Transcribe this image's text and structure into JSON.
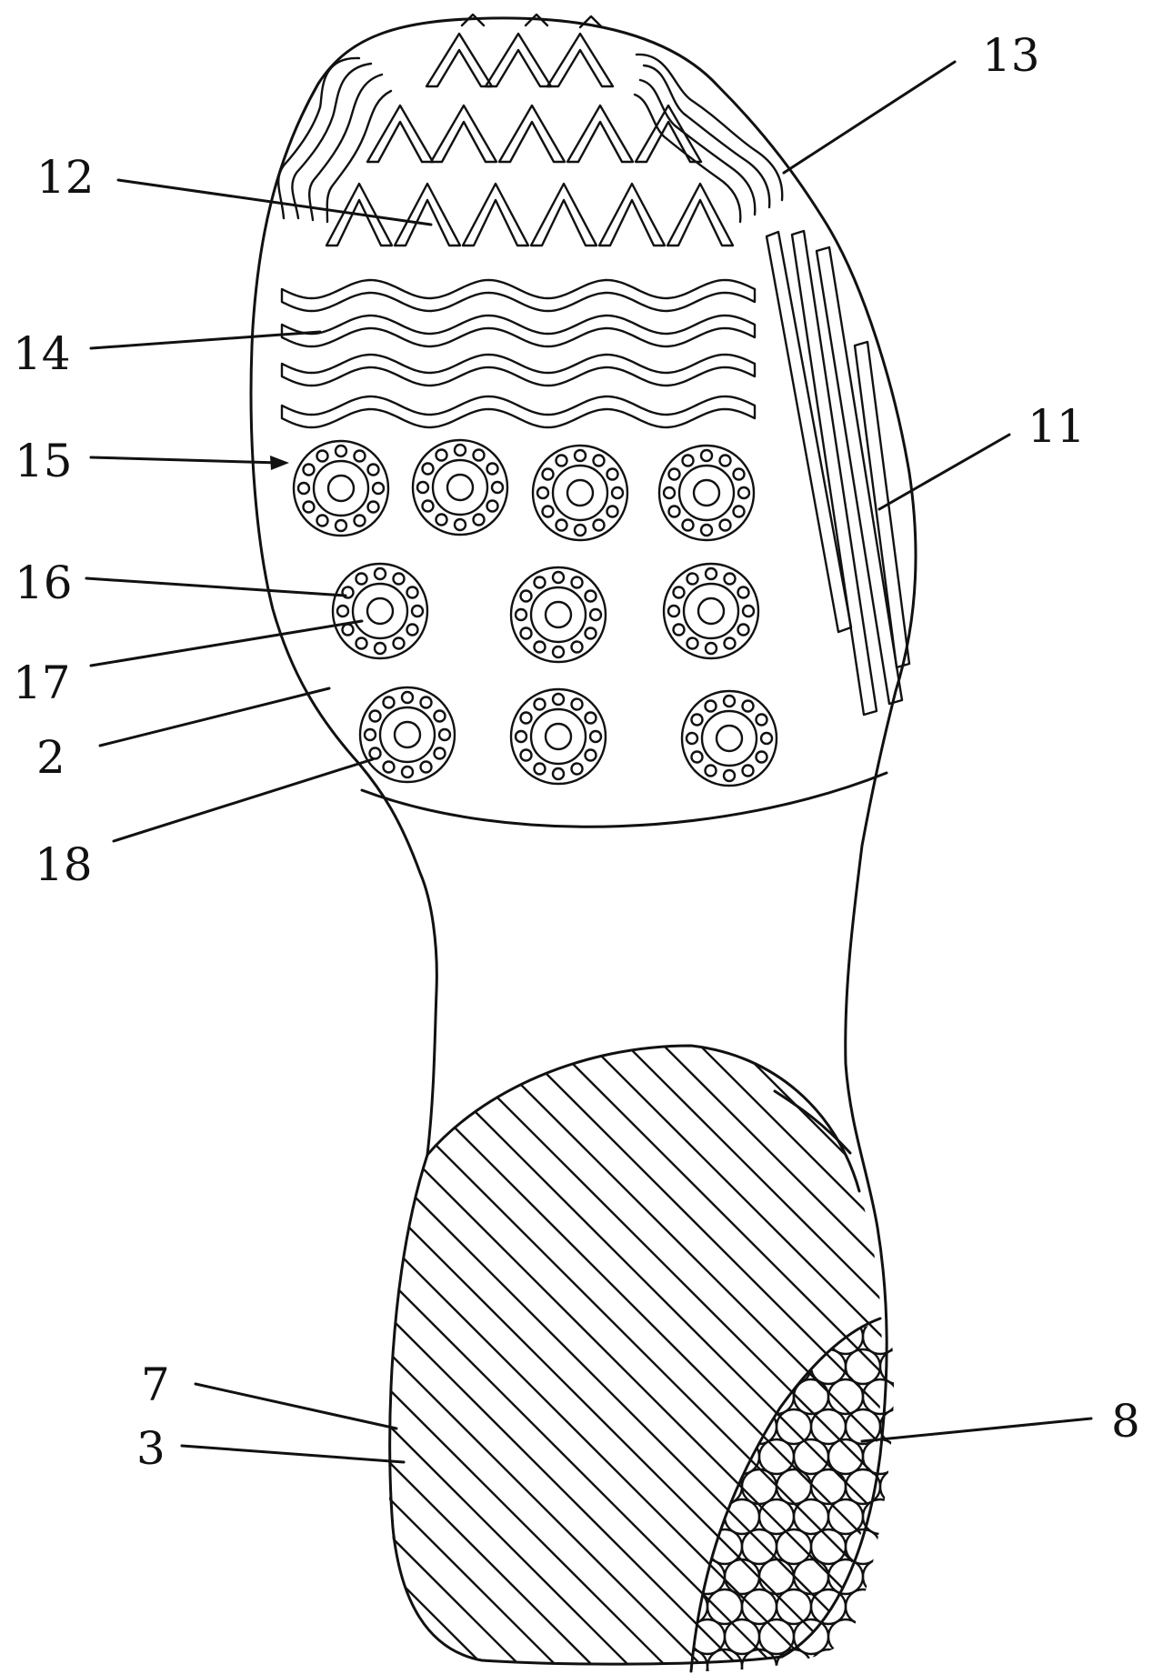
{
  "callouts": {
    "c13": "13",
    "c12": "12",
    "c14": "14",
    "c15": "15",
    "c11": "11",
    "c16": "16",
    "c17": "17",
    "c2": "2",
    "c18": "18",
    "c7": "7",
    "c3": "3",
    "c8": "8"
  },
  "colors": {
    "ink": "#111111",
    "paper": "#ffffff"
  }
}
